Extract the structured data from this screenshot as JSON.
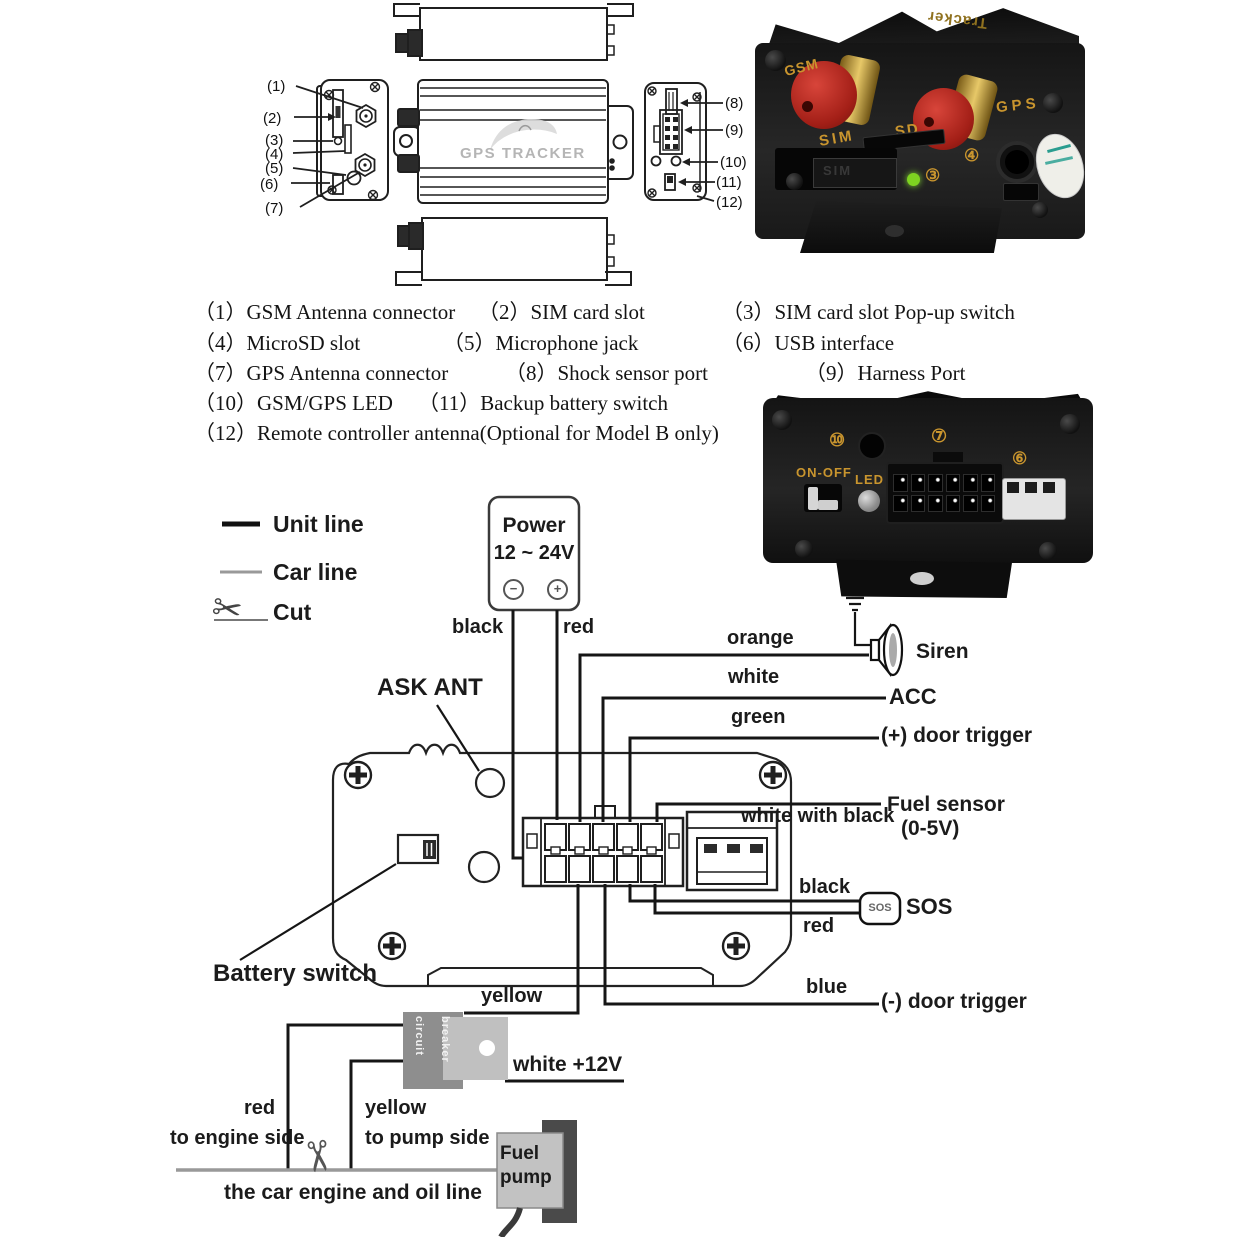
{
  "drawings": {
    "logo": "GPS TRACKER",
    "callouts": {
      "c1": "(1)",
      "c2": "(2)",
      "c3": "(3)",
      "c4": "(4)",
      "c5": "(5)",
      "c6": "(6)",
      "c7": "(7)",
      "c8": "(8)",
      "c9": "(9)",
      "c10": "(10)",
      "c11": "(11)",
      "c12": "(12)"
    }
  },
  "parts_list": {
    "items": [
      "（1）GSM Antenna connector",
      "（2）SIM card slot",
      "（3）SIM card slot Pop-up switch",
      "（4）MicroSD slot",
      "（5）Microphone jack",
      "（6）USB interface",
      "（7）GPS Antenna connector",
      "（8）Shock sensor port",
      "（9）Harness Port",
      "（10）GSM/GPS LED",
      "（11）Backup battery switch",
      "（12）Remote controller antenna(Optional for Model B only)"
    ]
  },
  "photo_front": {
    "brand_top": "Tracker",
    "gsm": "GSM",
    "sim": "SIM",
    "sd": "SD",
    "gps": "GPS",
    "num3": "③",
    "num4": "④",
    "sim_tray": "SIM"
  },
  "photo_back": {
    "num10": "⑩",
    "num7": "⑦",
    "num6": "⑥",
    "on_off": "ON-OFF",
    "led": "LED"
  },
  "wiring": {
    "legend": {
      "unit_line": "Unit line",
      "car_line": "Car line",
      "cut": "Cut"
    },
    "icons": {
      "scissors": "✂"
    },
    "power": {
      "title": "Power",
      "voltage": "12 ~ 24V",
      "minus": "−",
      "plus": "+"
    },
    "labels": {
      "black_power": "black",
      "red_power": "red",
      "ask_ant": "ASK ANT",
      "battery_switch": "Battery switch",
      "orange": "orange",
      "white": "white",
      "green": "green",
      "white_with_black": "white with black",
      "black_sos": "black",
      "red_sos": "red",
      "blue": "blue",
      "yellow_breaker": "yellow",
      "white_12v": "white +12V",
      "red_engine": "red",
      "to_engine_side": "to engine side",
      "yellow_pump": "yellow",
      "to_pump_side": "to pump side",
      "car_engine_oil": "the car engine and oil line",
      "circuit_breaker": "circuit breaker",
      "fuel_pump": "Fuel pump"
    },
    "targets": {
      "siren": "Siren",
      "acc": "ACC",
      "door_plus": "(+) door trigger",
      "fuel_sensor": "Fuel sensor",
      "fuel_range": "(0-5V)",
      "sos_button": "SOS",
      "sos": "SOS",
      "door_minus": "(-) door trigger"
    }
  },
  "colors": {
    "wire": "#1a1a1a",
    "car_line": "#999999",
    "gold": "#c9952e",
    "led_green": "#7ed321",
    "red_cap": "#c03028"
  }
}
